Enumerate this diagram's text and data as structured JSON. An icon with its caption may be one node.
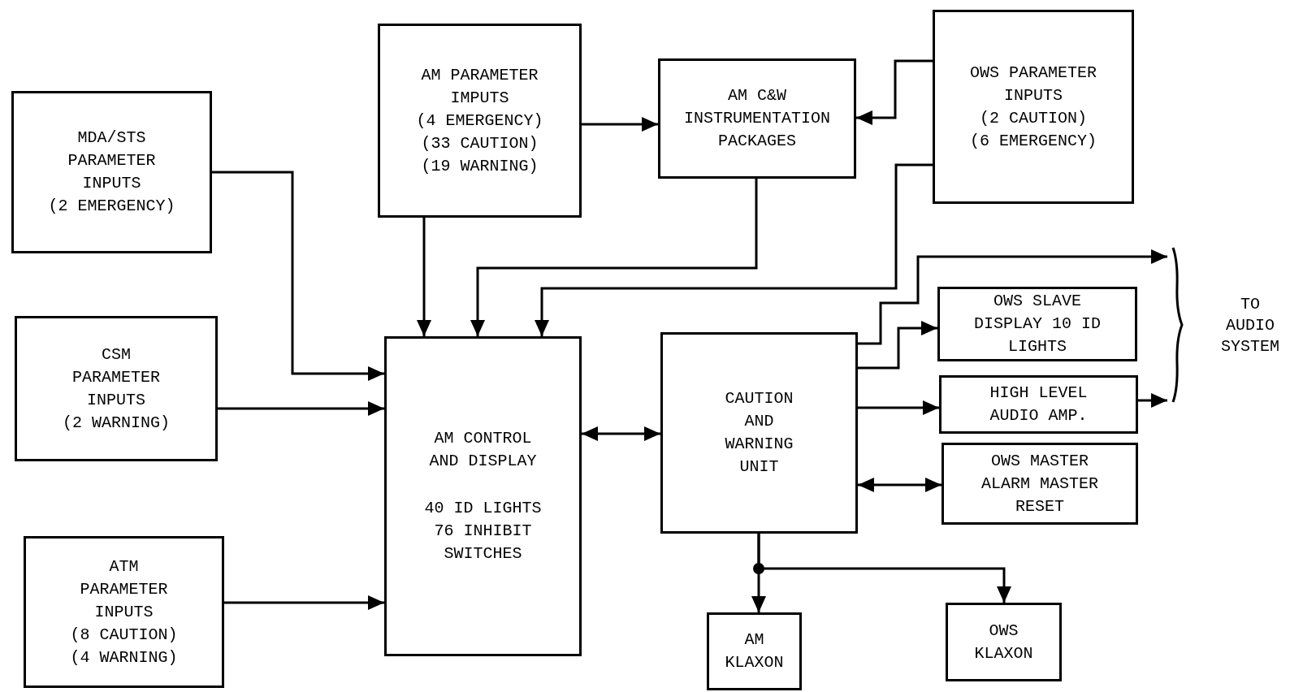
{
  "diagram": {
    "nodes": [
      {
        "text": [
          "MDA/STS PARAMETER INPUTS (2 EMERGENCY)"
        ]
      },
      {
        "text": [
          "AM PARAMETER IMPUTS (4 EMERGENCY) (33 CAUTION) (19 WARNING)"
        ]
      },
      {
        "text": [
          "AM C&W INSTRUMENTATION PACKAGES"
        ]
      },
      {
        "text": [
          "OWS PARAMETER INPUTS (2 CAUTION) (6 EMERGENCY)"
        ]
      },
      {
        "text": [
          "CSM PARAMETER INPUTS (2 WARNING)"
        ]
      },
      {
        "text": [
          "ATM PARAMETER INPUTS (8 CAUTION) (4 WARNING)"
        ]
      },
      {
        "text": [
          "AM CONTROL AND DISPLAY",
          "40 ID LIGHTS 76 INHIBIT SWITCHES"
        ]
      },
      {
        "text": [
          "CAUTION AND WARNING UNIT"
        ]
      },
      {
        "text": [
          "OWS SLAVE DISPLAY 10 ID LIGHTS"
        ]
      },
      {
        "text": [
          "HIGH LEVEL AUDIO AMP."
        ]
      },
      {
        "text": [
          "OWS MASTER ALARM MASTER RESET"
        ]
      },
      {
        "text": [
          "AM KLAXON"
        ]
      },
      {
        "text": [
          "OWS KLAXON"
        ]
      },
      {
        "text": [
          "TO AUDIO SYSTEM"
        ]
      }
    ],
    "edges": [
      {
        "from": 0,
        "to": 6,
        "arrow": "to"
      },
      {
        "from": 4,
        "to": 6,
        "arrow": "to"
      },
      {
        "from": 5,
        "to": 6,
        "arrow": "to"
      },
      {
        "from": 1,
        "to": 6,
        "arrow": "to"
      },
      {
        "from": 1,
        "to": 2,
        "arrow": "to"
      },
      {
        "from": 2,
        "to": 6,
        "arrow": "to"
      },
      {
        "from": 3,
        "to": 2,
        "arrow": "to"
      },
      {
        "from": 3,
        "to": 6,
        "arrow": "to"
      },
      {
        "from": 6,
        "to": 7,
        "arrow": "both"
      },
      {
        "from": 7,
        "to": 13,
        "arrow": "to"
      },
      {
        "from": 7,
        "to": 8,
        "arrow": "to"
      },
      {
        "from": 7,
        "to": 9,
        "arrow": "to"
      },
      {
        "from": 9,
        "to": 13,
        "arrow": "to"
      },
      {
        "from": 7,
        "to": 10,
        "arrow": "both"
      },
      {
        "from": 7,
        "to": 11,
        "arrow": "to"
      },
      {
        "from": 7,
        "to": 12,
        "arrow": "to"
      }
    ]
  }
}
